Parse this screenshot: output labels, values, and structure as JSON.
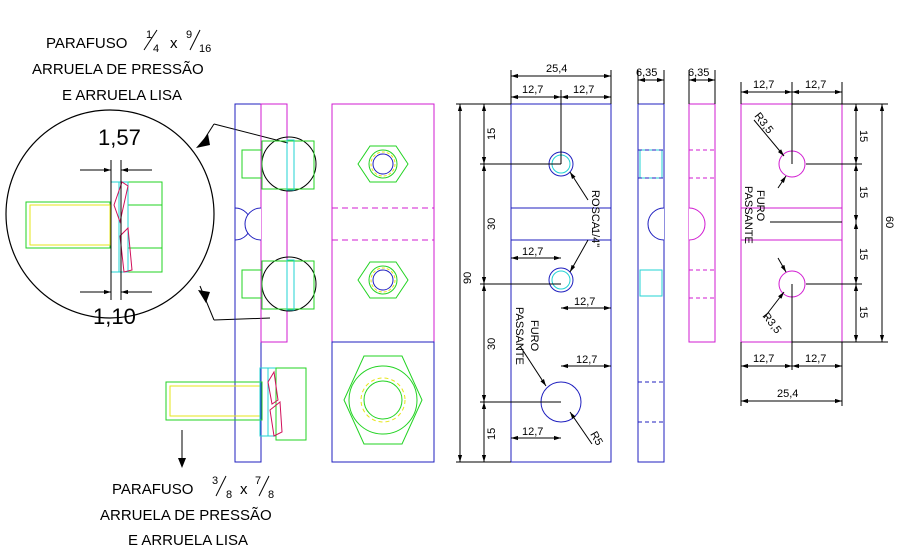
{
  "notes": {
    "top_note": {
      "line1": "PARAFUSO",
      "frac1_num": "1",
      "frac1_den": "4",
      "times": "x",
      "frac2_num": "9",
      "frac2_den": "16",
      "line2": "ARRUELA DE PRESSÃO",
      "line3": "E ARRUELA LISA"
    },
    "bottom_note": {
      "line1": "PARAFUSO",
      "frac1_num": "3",
      "frac1_den": "8",
      "times": "x",
      "frac2_num": "7",
      "frac2_den": "8",
      "line2": "ARRUELA DE PRESSÃO",
      "line3": "E ARRUELA LISA"
    }
  },
  "detail": {
    "gap_top": "1,57",
    "gap_bottom": "1,10"
  },
  "dims_a": {
    "width_total": "25,4",
    "half_left": "12,7",
    "half_right": "12,7",
    "h1": "15",
    "h2": "30",
    "h3": "30",
    "h4": "15",
    "height_total": "90",
    "mid_12_7_a": "12,7",
    "mid_12_7_b": "12,7",
    "low_12_7_a": "12,7",
    "low_12_7_b": "12,7",
    "thread_label": "ROSCA",
    "thread_size": "1/4\"",
    "hole_label_1": "FURO",
    "hole_label_2": "PASSANTE",
    "radius": "R5"
  },
  "dims_b": {
    "thickness": "6,35"
  },
  "dims_c": {
    "thickness": "6,35"
  },
  "dims_d": {
    "top_left": "12,7",
    "top_right": "12,7",
    "bot_left": "12,7",
    "bot_right": "12,7",
    "width_total": "25,4",
    "r_top": "R3,5",
    "r_bot": "R3,5",
    "v1": "15",
    "v2": "15",
    "v3": "15",
    "v4": "15",
    "height_total": "60",
    "hole_label_1": "FURO",
    "hole_label_2": "PASSANTE"
  },
  "colors": {
    "blue": "#1f1fbf",
    "magenta": "#d11bd1",
    "green": "#22d322",
    "cyan": "#22d3d3",
    "yellow": "#e6e61a",
    "red": "#d1105a",
    "black": "#000000"
  }
}
